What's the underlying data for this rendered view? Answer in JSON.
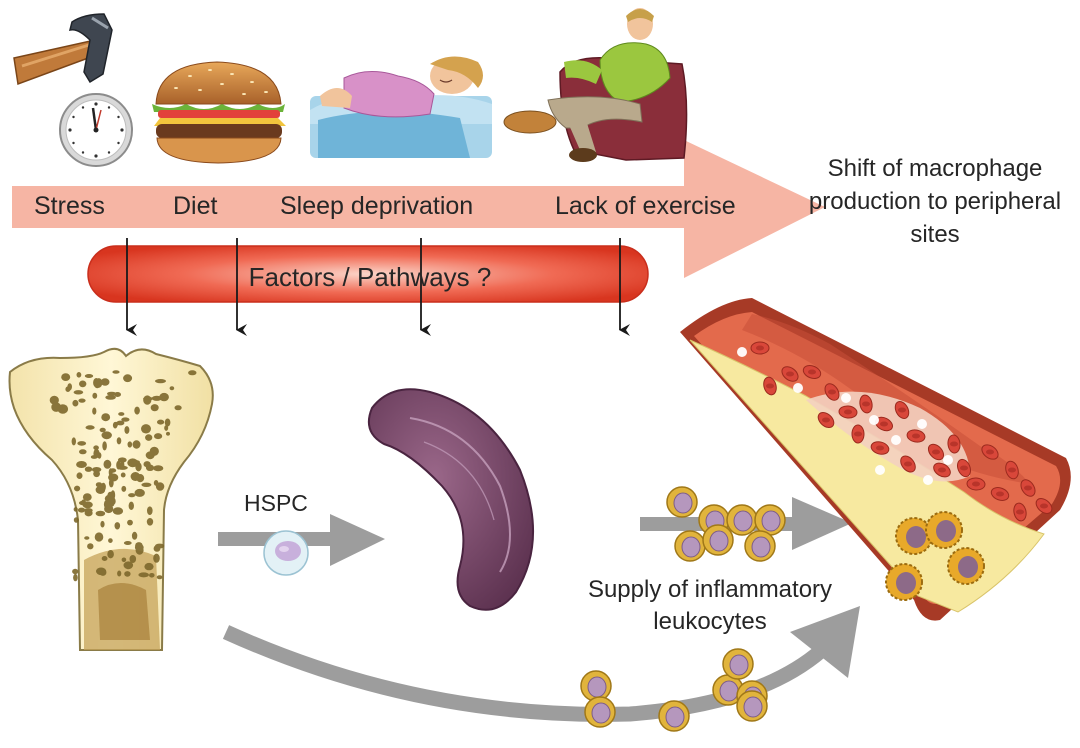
{
  "diagram": {
    "factors": [
      "Stress",
      "Diet",
      "Sleep deprivation",
      "Lack of exercise"
    ],
    "pathway_bar_label": "Factors / Pathways ?",
    "outcome_label": "Shift of macrophage production to peripheral sites",
    "progenitor_label": "HSPC",
    "supply_label": "Supply of inflammatory leukocytes",
    "colors": {
      "arrow_pink": "#f6b5a4",
      "pathway_red": "#e3412e",
      "bone_yellow": "#fbeec0",
      "bone_pores": "#8a7434",
      "spleen_purple": "#7d4a6e",
      "grey_arrow": "#9d9d9d",
      "vessel_red": "#b8452f",
      "plaque_yellow": "#f7e9a0",
      "cell_gold": "#d8a92b",
      "cell_lilac": "#b597bd"
    },
    "icons": [
      "hammer-icon",
      "clock-icon",
      "hamburger-icon",
      "sleeping-person-icon",
      "sitting-man-icon",
      "bone-icon",
      "spleen-icon",
      "hspc-cell-icon",
      "artery-icon",
      "leukocyte-icon"
    ]
  }
}
